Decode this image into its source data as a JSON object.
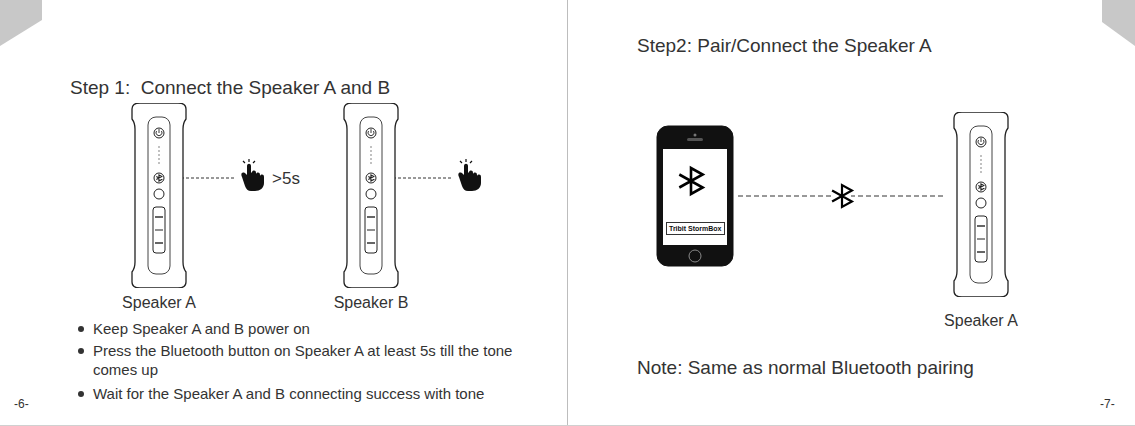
{
  "diagram": {
    "nodes": [
      {
        "text": [
          "Speaker A"
        ]
      },
      {
        "text": [
          "Speaker B"
        ]
      },
      {
        "text": [
          "Tribit StormBox"
        ]
      },
      {
        "text": [
          "Speaker A"
        ]
      }
    ],
    "edges": [
      {
        "from": 2,
        "to": 3,
        "arrow": "none"
      }
    ],
    "labels": [
      "Step 1:  Connect the Speaker A and B",
      ">5s",
      "Keep Speaker A and B power on",
      "Press the Bluetooth button on Speaker A at least 5s till the tone comes up",
      "Wait for the Speaker A and B connecting success with tone",
      "-6-",
      "Step2: Pair/Connect the Speaker A",
      "Note: Same as normal Bluetooth pairing",
      "-7-"
    ]
  }
}
